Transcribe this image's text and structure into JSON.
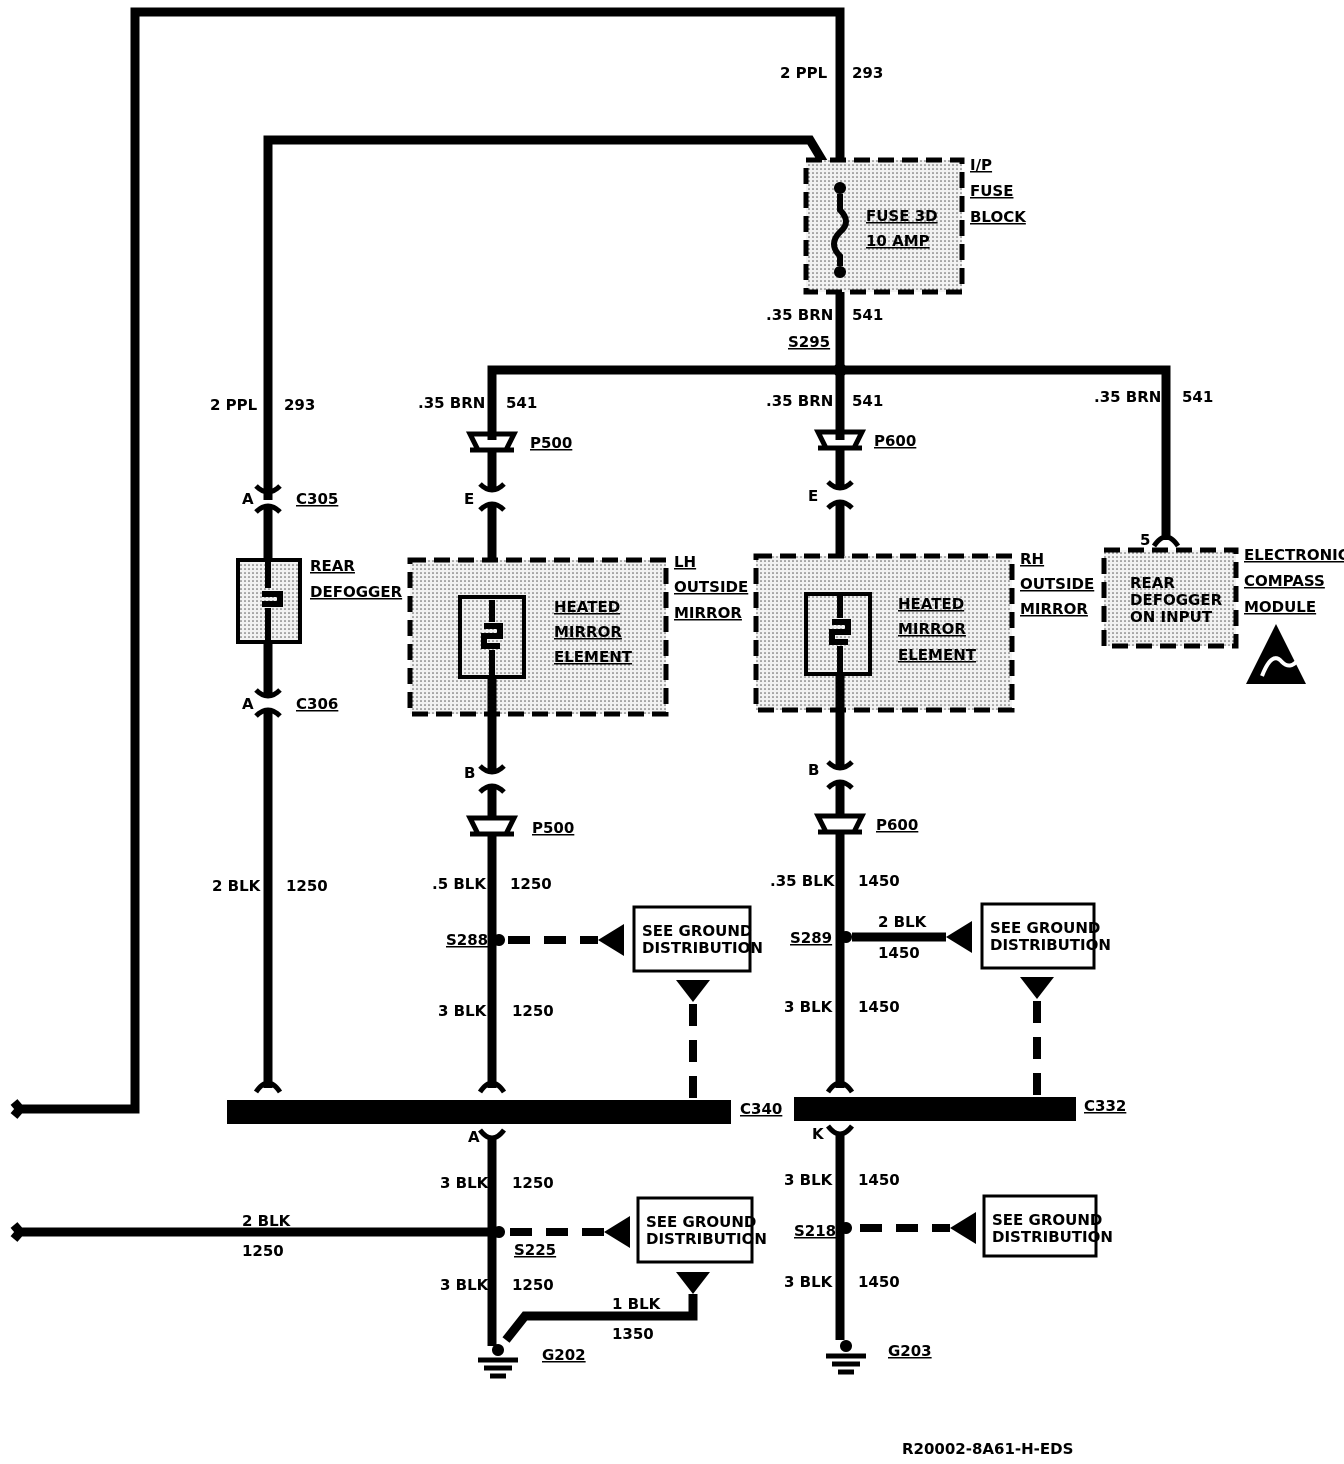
{
  "components": {
    "fuse_block": {
      "lines": [
        "I/P",
        "FUSE",
        "BLOCK"
      ],
      "fuse_lines": [
        "FUSE 3D",
        "10 AMP"
      ]
    },
    "rear_defogger": {
      "lines": [
        "REAR",
        "DEFOGGER"
      ]
    },
    "lh_mirror": {
      "lines": [
        "LH",
        "OUTSIDE",
        "MIRROR"
      ],
      "element_lines": [
        "HEATED",
        "MIRROR",
        "ELEMENT"
      ]
    },
    "rh_mirror": {
      "lines": [
        "RH",
        "OUTSIDE",
        "MIRROR"
      ],
      "element_lines": [
        "HEATED",
        "MIRROR",
        "ELEMENT"
      ]
    },
    "compass_module": {
      "lines": [
        "ELECTRONIC",
        "COMPASS",
        "MODULE"
      ],
      "input_lines": [
        "REAR",
        "DEFOGGER",
        "ON INPUT"
      ]
    }
  },
  "ground_distribution": [
    "SEE GROUND",
    "DISTRIBUTION"
  ],
  "wires": {
    "top_feed": [
      "2 PPL",
      "293"
    ],
    "fuse_out": [
      ".35 BRN",
      "541"
    ],
    "defogger_feed": [
      "2 PPL",
      "293"
    ],
    "lh_feed": [
      ".35 BRN",
      "541"
    ],
    "rh_feed": [
      ".35 BRN",
      "541"
    ],
    "compass_feed": [
      ".35 BRN",
      "541"
    ],
    "defogger_ground": [
      "2 BLK",
      "1250"
    ],
    "lh_ground": [
      ".5 BLK",
      "1250"
    ],
    "rh_ground": [
      ".35 BLK",
      "1450"
    ],
    "s288_down": [
      "3 BLK",
      "1250"
    ],
    "s289_branch": [
      "2 BLK",
      "1450"
    ],
    "s289_down": [
      "3 BLK",
      "1450"
    ],
    "c340_down": [
      "3 BLK",
      "1250"
    ],
    "c332_down": [
      "3 BLK",
      "1450"
    ],
    "left_ground_feed": [
      "2 BLK",
      "1250"
    ],
    "s225_down": [
      "3 BLK",
      "1250"
    ],
    "g202_link": [
      "1 BLK",
      "1350"
    ],
    "s218_down": [
      "3 BLK",
      "1450"
    ]
  },
  "splices": {
    "s295": "S295",
    "s288": "S288",
    "s289": "S289",
    "s225": "S225",
    "s218": "S218"
  },
  "connectors": {
    "c305": "C305",
    "c306": "C306",
    "c340": "C340",
    "c332": "C332",
    "p500": "P500",
    "p600": "P600"
  },
  "pins": {
    "a": "A",
    "e": "E",
    "b": "B",
    "k": "K",
    "five": "5"
  },
  "grounds": {
    "g202": "G202",
    "g203": "G203"
  },
  "figure_id": "R20002-8A61-H-EDS",
  "icons": [
    "esd-warning-icon",
    "ground-symbol-icon",
    "fuse-icon",
    "heating-element-icon"
  ]
}
